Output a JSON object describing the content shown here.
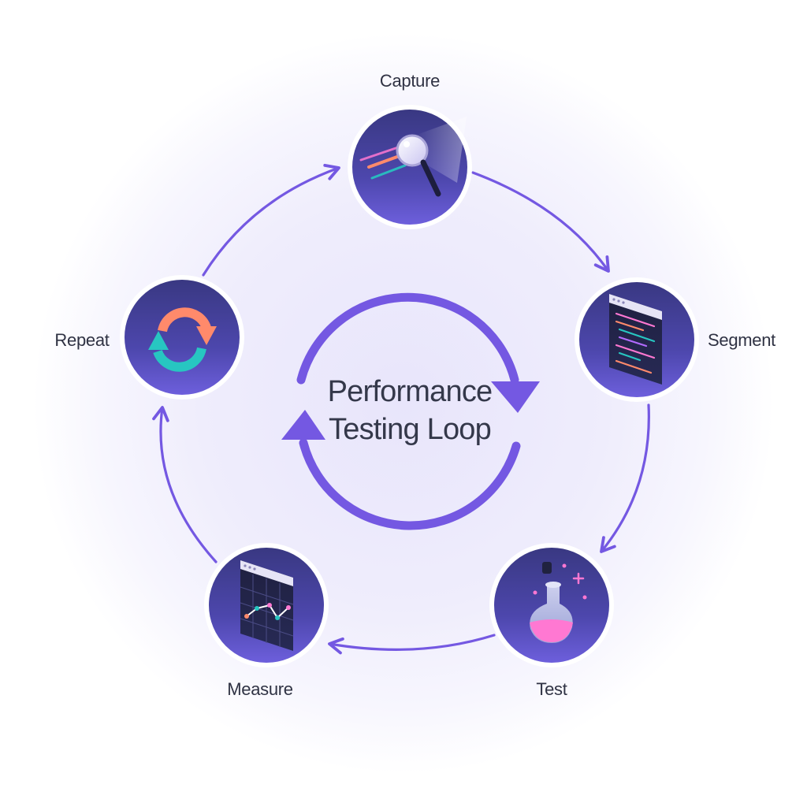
{
  "title": {
    "line1": "Performance",
    "line2": "Testing Loop"
  },
  "steps": [
    {
      "label": "Capture",
      "icon": "magnifier-icon"
    },
    {
      "label": "Segment",
      "icon": "code-window-icon"
    },
    {
      "label": "Test",
      "icon": "flask-icon"
    },
    {
      "label": "Measure",
      "icon": "line-chart-window-icon"
    },
    {
      "label": "Repeat",
      "icon": "refresh-arrows-icon"
    }
  ],
  "colors": {
    "accent": "#7458e2",
    "node_top": "#3c3985",
    "node_bottom": "#6a5cd9",
    "halo": "#e7e4fb",
    "text": "#2f3243",
    "pink": "#ff78d2",
    "teal": "#27c6c1",
    "coral": "#ff8a6b"
  }
}
